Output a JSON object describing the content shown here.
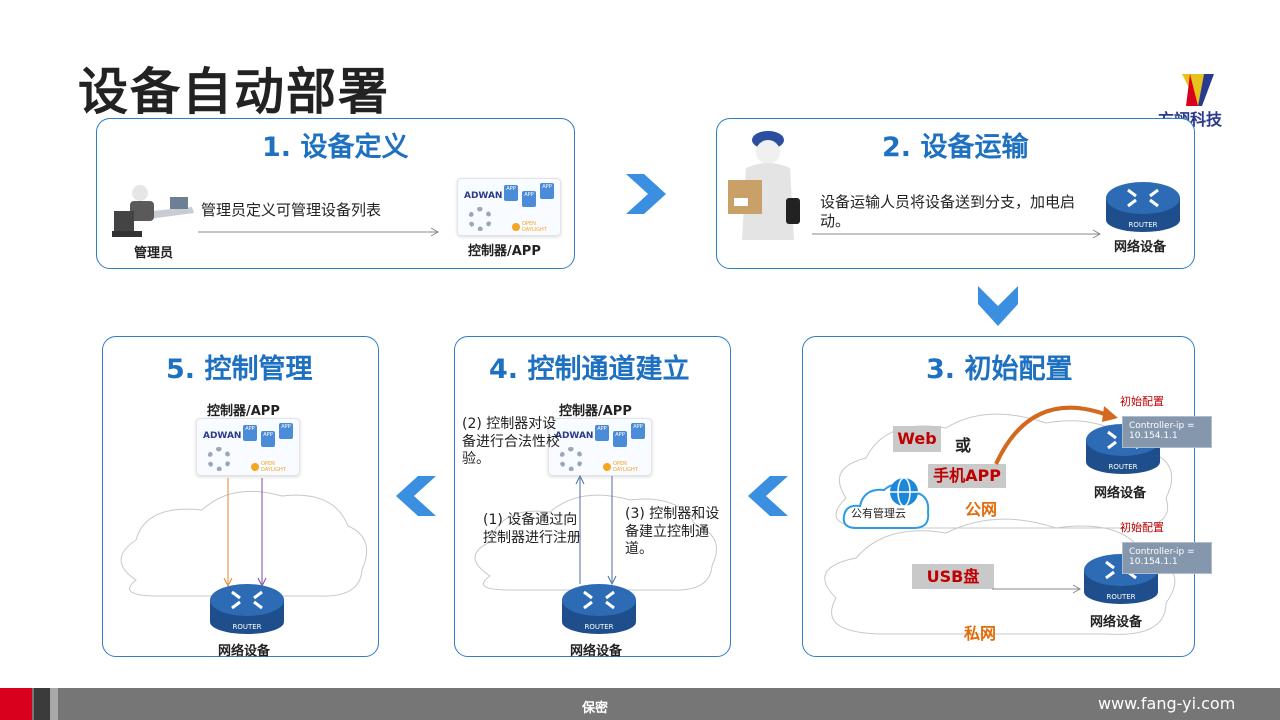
{
  "title": "设备自动部署",
  "logo": {
    "name": "方翊科技"
  },
  "steps": {
    "s1": {
      "title": "1. 设备定义",
      "admin_label": "管理员",
      "desc": "管理员定义可管理设备列表",
      "controller_label": "控制器/APP"
    },
    "s2": {
      "title": "2. 设备运输",
      "desc": "设备运输人员将设备送到分支，加电启动。",
      "device_label": "网络设备"
    },
    "s3": {
      "title": "3. 初始配置",
      "web": "Web",
      "or": "或",
      "mobile_app": "手机APP",
      "cloud_label": "公有管理云",
      "public_net": "公网",
      "init_config_1": "初始配置",
      "ip_1": "Controller-ip = 10.154.1.1",
      "device_label_1": "网络设备",
      "usb": "USB盘",
      "private_net": "私网",
      "init_config_2": "初始配置",
      "ip_2": "Controller-ip = 10.154.1.1",
      "device_label_2": "网络设备"
    },
    "s4": {
      "title": "4. 控制通道建立",
      "controller_label": "控制器/APP",
      "note_2": "(2) 控制器对设备进行合法性校验。",
      "note_1": "(1) 设备通过向控制器进行注册",
      "note_3": "(3) 控制器和设备建立控制通道。",
      "device_label": "网络设备"
    },
    "s5": {
      "title": "5. 控制管理",
      "controller_label": "控制器/APP",
      "device_label": "网络设备"
    }
  },
  "controller_card": {
    "brand": "ADWAN",
    "app_tile": "APP",
    "od_line1": "OPEN",
    "od_line2": "DAYLIGHT"
  },
  "router_tag": "ROUTER",
  "footer": {
    "center": "保密",
    "url": "www.fang-yi.com"
  },
  "colors": {
    "accent": "#1e70c0",
    "border": "#2f7dc4",
    "chevron": "#3a8fe0",
    "footer": "#767676",
    "footer_red": "#d9001b"
  }
}
